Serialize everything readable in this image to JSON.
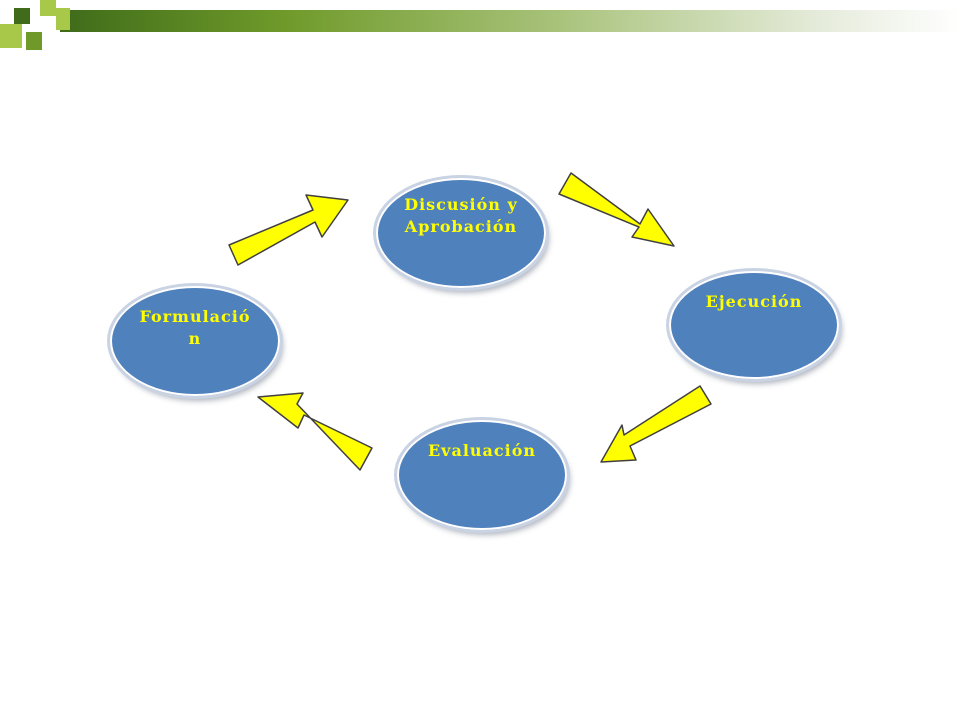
{
  "diagram": {
    "nodes": [
      {
        "id": "discusion",
        "label": "Discusión y\nAprobación"
      },
      {
        "id": "ejecucion",
        "label": "Ejecución"
      },
      {
        "id": "evaluacion",
        "label": "Evaluación"
      },
      {
        "id": "formulacion",
        "label": "Formulació\nn"
      }
    ],
    "colors": {
      "node_fill": "#4f81bd",
      "node_text": "#ffff00",
      "arrow_fill": "#ffff00",
      "arrow_stroke": "#404040",
      "header_green": "#6f9a2a"
    }
  }
}
